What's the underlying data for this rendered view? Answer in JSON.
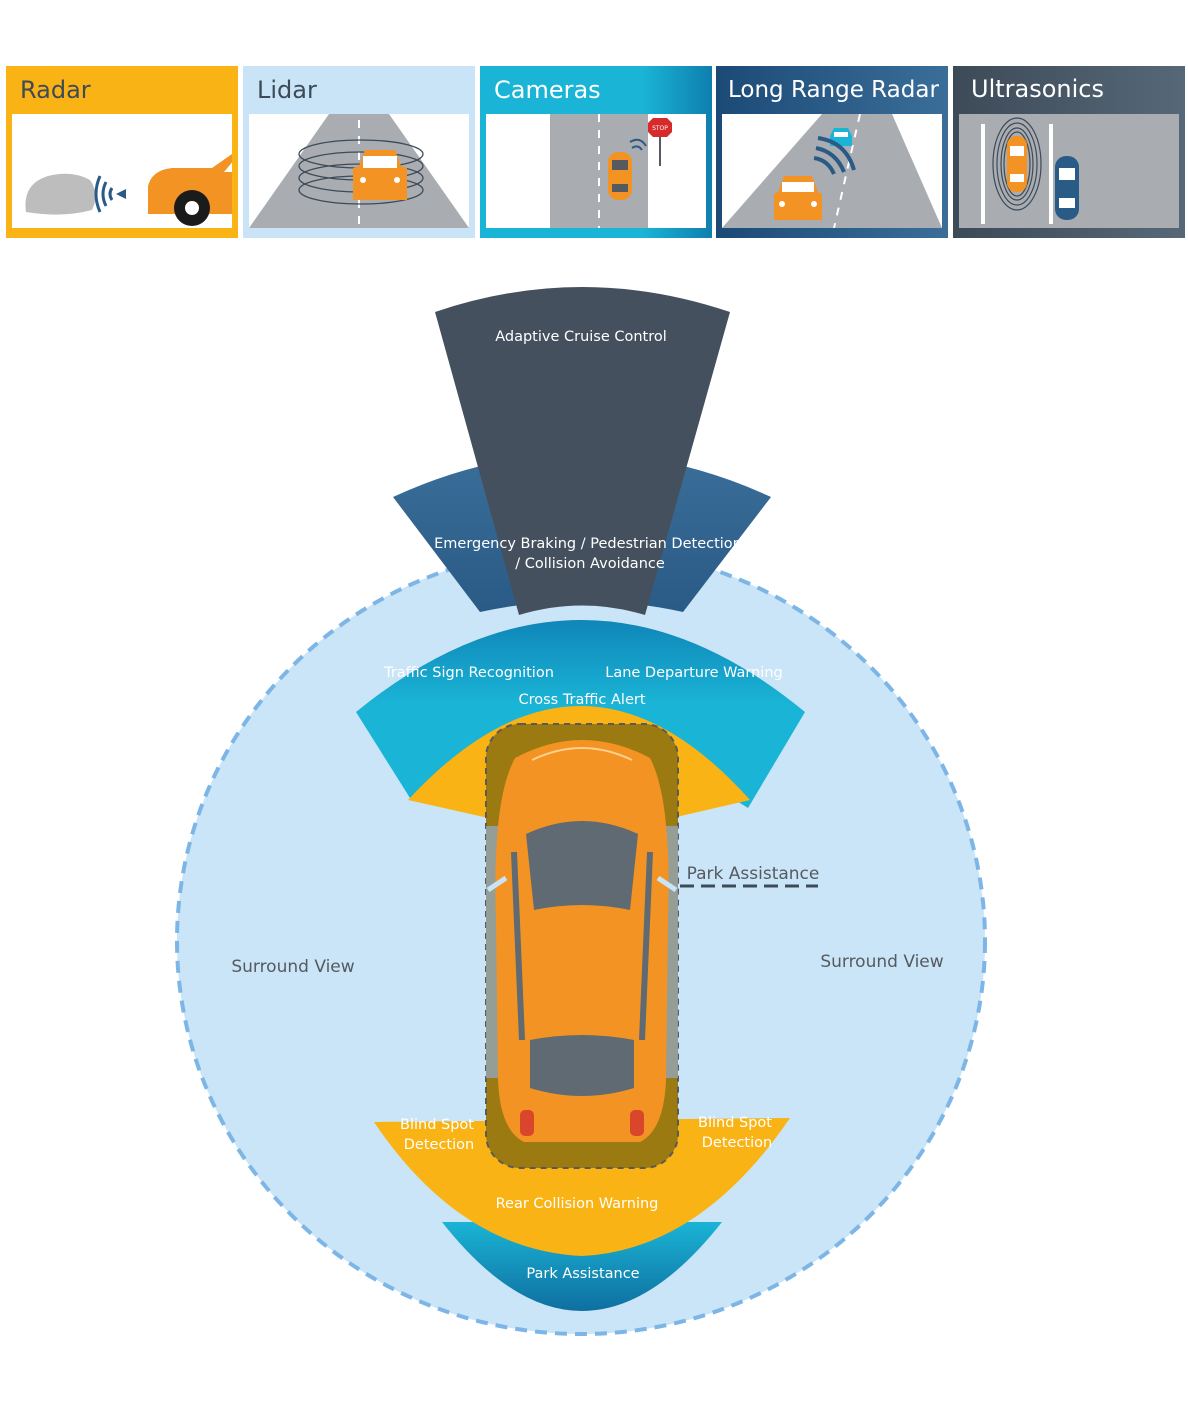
{
  "sensors": [
    {
      "label": "Radar",
      "color": "#f9b314"
    },
    {
      "label": "Lidar",
      "color": "#c8e4f6"
    },
    {
      "label": "Cameras",
      "color": "#1ab4d6"
    },
    {
      "label": "Long Range Radar",
      "color": "#2a5a86"
    },
    {
      "label": "Ultrasonics",
      "color": "#3d4a58"
    }
  ],
  "stop_sign": "STOP",
  "zones": {
    "adaptive_cruise_control": "Adaptive Cruise Control",
    "emergency_braking_line1": "Emergency Braking / Pedestrian Detection",
    "emergency_braking_line2": "/ Collision Avoidance",
    "traffic_sign_recognition": "Traffic Sign Recognition",
    "lane_departure_warning": "Lane Departure Warning",
    "cross_traffic_alert": "Cross Traffic Alert",
    "park_assistance_side": "Park Assistance",
    "surround_view_left": "Surround View",
    "surround_view_right": "Surround View",
    "blind_spot_left_line1": "Blind Spot",
    "blind_spot_left_line2": "Detection",
    "blind_spot_right_line1": "Blind Spot",
    "blind_spot_right_line2": "Detection",
    "rear_collision_warning": "Rear Collision Warning",
    "park_assistance_rear": "Park Assistance"
  },
  "colors": {
    "radar": "#f9b314",
    "lidar": "#c8e4f6",
    "cameras": "#1ab4d6",
    "long_range_radar": "#3a6e99",
    "ultrasonics": "#3d4a58",
    "car_orange": "#f39323"
  }
}
